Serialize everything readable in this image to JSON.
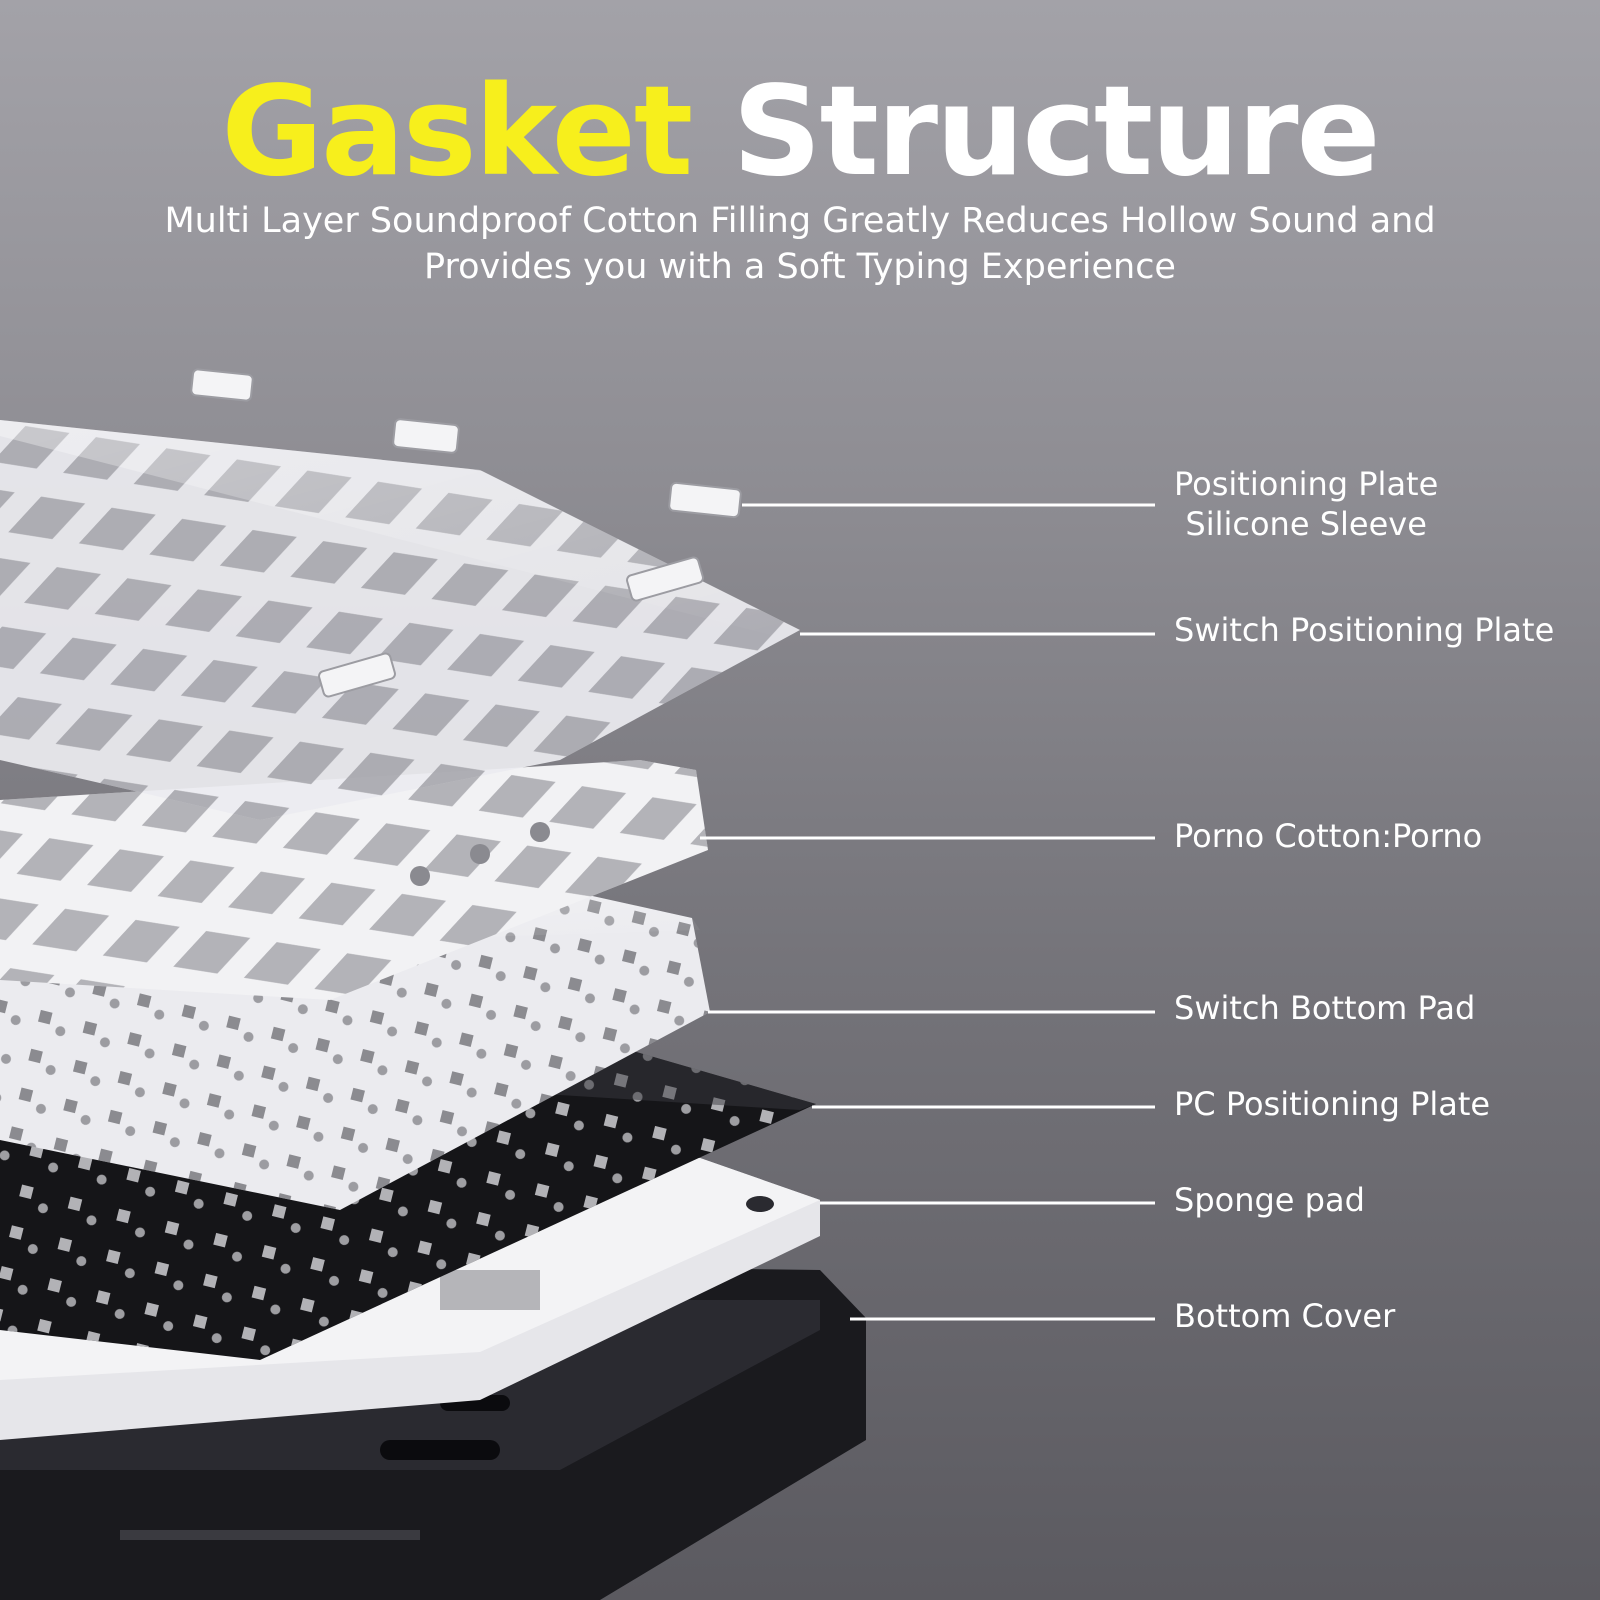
{
  "title": {
    "highlight": "Gasket",
    "rest": "Structure"
  },
  "subtitle": {
    "line1": "Multi Layer Soundproof Cotton Filling Greatly Reduces Hollow Sound and",
    "line2": "Provides you with a Soft Typing Experience"
  },
  "colors": {
    "highlight": "#f7ef1c",
    "text": "#ffffff",
    "background": "#8e8d93"
  },
  "layers": [
    {
      "label_lines": [
        "Positioning Plate",
        "Silicone Sleeve"
      ]
    },
    {
      "label_lines": [
        "Switch Positioning Plate"
      ]
    },
    {
      "label_lines": [
        "Porno Cotton:Porno"
      ]
    },
    {
      "label_lines": [
        "Switch Bottom Pad"
      ]
    },
    {
      "label_lines": [
        "PC Positioning Plate"
      ]
    },
    {
      "label_lines": [
        "Sponge pad"
      ]
    },
    {
      "label_lines": [
        "Bottom Cover"
      ]
    }
  ]
}
